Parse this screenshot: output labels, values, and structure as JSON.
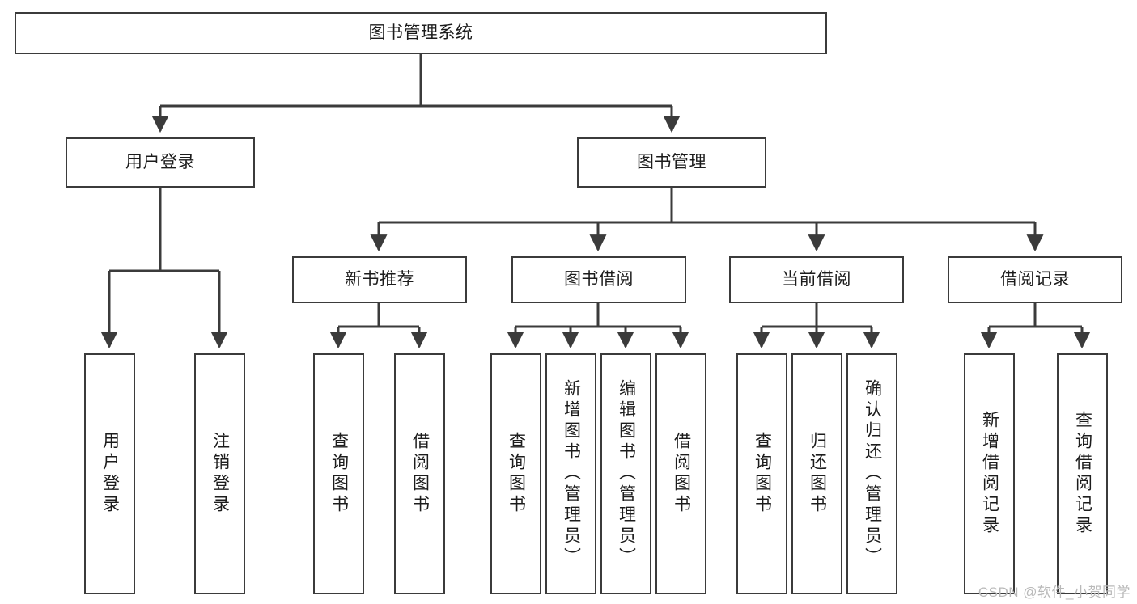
{
  "diagram": {
    "title": "图书管理系统",
    "watermark": "CSDN @软件_小贺同学",
    "colors": {
      "stroke": "#3b3b3b",
      "fill": "#ffffff",
      "text": "#1c1c1c",
      "watermark": "#b9b9b9"
    },
    "root": {
      "label": "图书管理系统"
    },
    "level2": [
      {
        "label": "用户登录"
      },
      {
        "label": "图书管理"
      }
    ],
    "level3": [
      {
        "label": "新书推荐"
      },
      {
        "label": "图书借阅"
      },
      {
        "label": "当前借阅"
      },
      {
        "label": "借阅记录"
      }
    ],
    "leaves": {
      "user_login": [
        {
          "label": "用户登录"
        },
        {
          "label": "注销登录"
        }
      ],
      "new_book": [
        {
          "label": "查询图书"
        },
        {
          "label": "借阅图书"
        }
      ],
      "borrow_book": [
        {
          "label": "查询图书"
        },
        {
          "label": "新增图书（管理员）"
        },
        {
          "label": "编辑图书（管理员）"
        },
        {
          "label": "借阅图书"
        }
      ],
      "current_borrow": [
        {
          "label": "查询图书"
        },
        {
          "label": "归还图书"
        },
        {
          "label": "确认归还（管理员）"
        }
      ],
      "borrow_record": [
        {
          "label": "新增借阅记录"
        },
        {
          "label": "查询借阅记录"
        }
      ]
    }
  }
}
